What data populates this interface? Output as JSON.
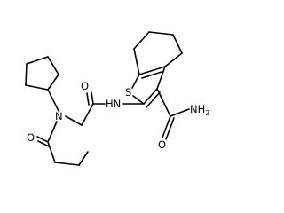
{
  "molecule": {
    "atoms": {
      "sulfur": "S",
      "amide_nh": "HN",
      "carbonyl_o1": "O",
      "carbonyl_o2": "O",
      "amine_n": "N",
      "carboxamide_nh2": "NH",
      "carboxamide_o": "O",
      "subscript_2": "2"
    }
  }
}
